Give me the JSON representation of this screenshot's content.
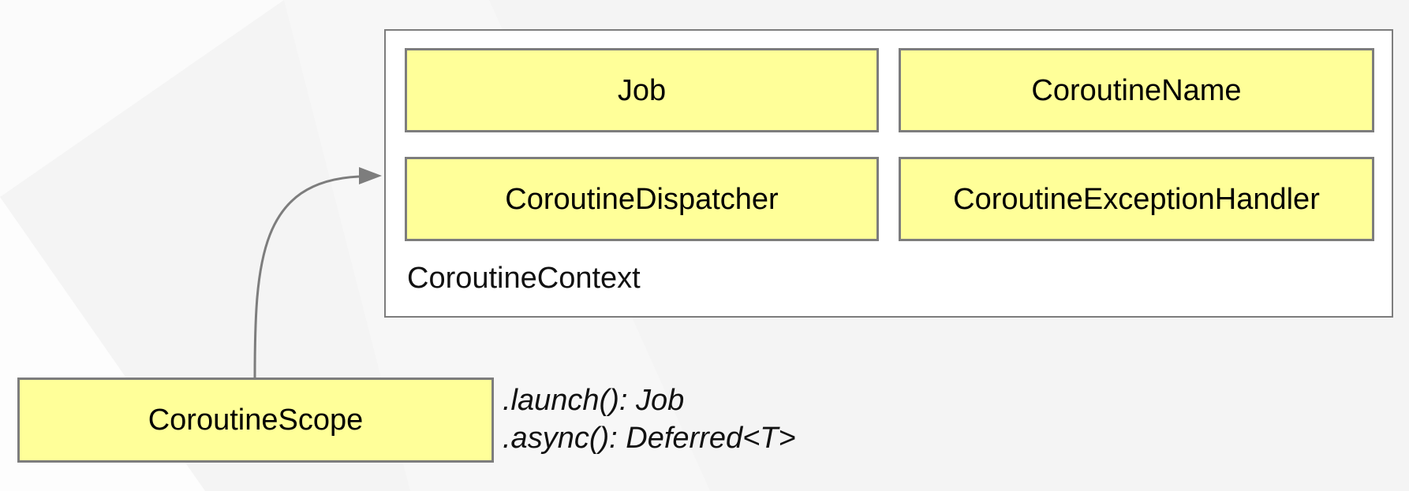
{
  "diagram": {
    "context": {
      "label": "CoroutineContext",
      "elements": {
        "job": "Job",
        "name": "CoroutineName",
        "dispatcher": "CoroutineDispatcher",
        "exception_handler": "CoroutineExceptionHandler"
      }
    },
    "scope": {
      "label": "CoroutineScope",
      "methods": [
        ".launch(): Job",
        ".async(): Deferred<T>"
      ]
    },
    "colors": {
      "element_fill": "#ffff99",
      "border": "#7d7d7d",
      "context_fill": "#ffffff",
      "background": "#f5f5f5",
      "arrow": "#7d7d7d"
    }
  }
}
